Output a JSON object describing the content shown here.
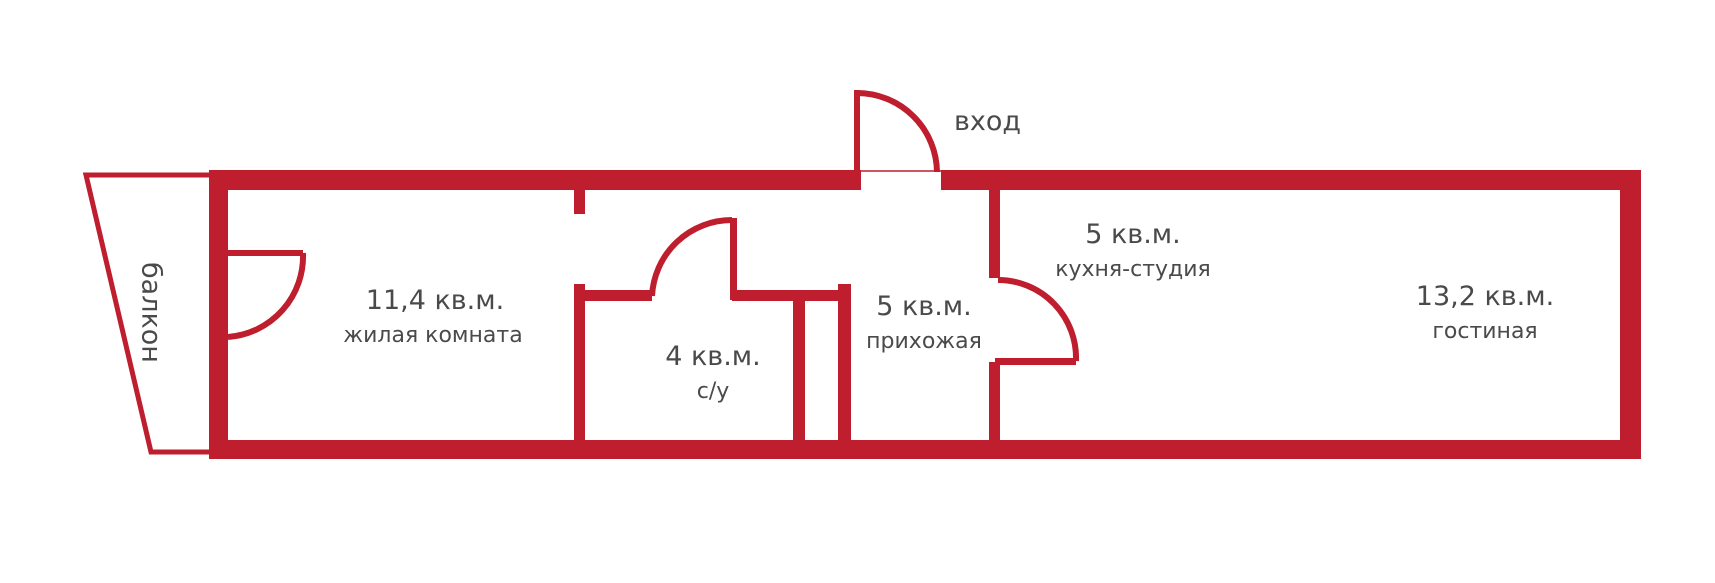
{
  "colors": {
    "wall": "#be1e2d",
    "text": "#4a4a4a",
    "background": "#ffffff"
  },
  "entry": {
    "label": "вход"
  },
  "balcony": {
    "label": "балкон"
  },
  "rooms": {
    "living_room": {
      "area": "11,4 кв.м.",
      "name": "жилая комната"
    },
    "bathroom": {
      "area": "4 кв.м.",
      "name": "с/у"
    },
    "hallway": {
      "area": "5 кв.м.",
      "name": "прихожая"
    },
    "kitchen": {
      "area": "5 кв.м.",
      "name": "кухня-студия"
    },
    "lounge": {
      "area": "13,2 кв.м.",
      "name": "гостиная"
    }
  }
}
